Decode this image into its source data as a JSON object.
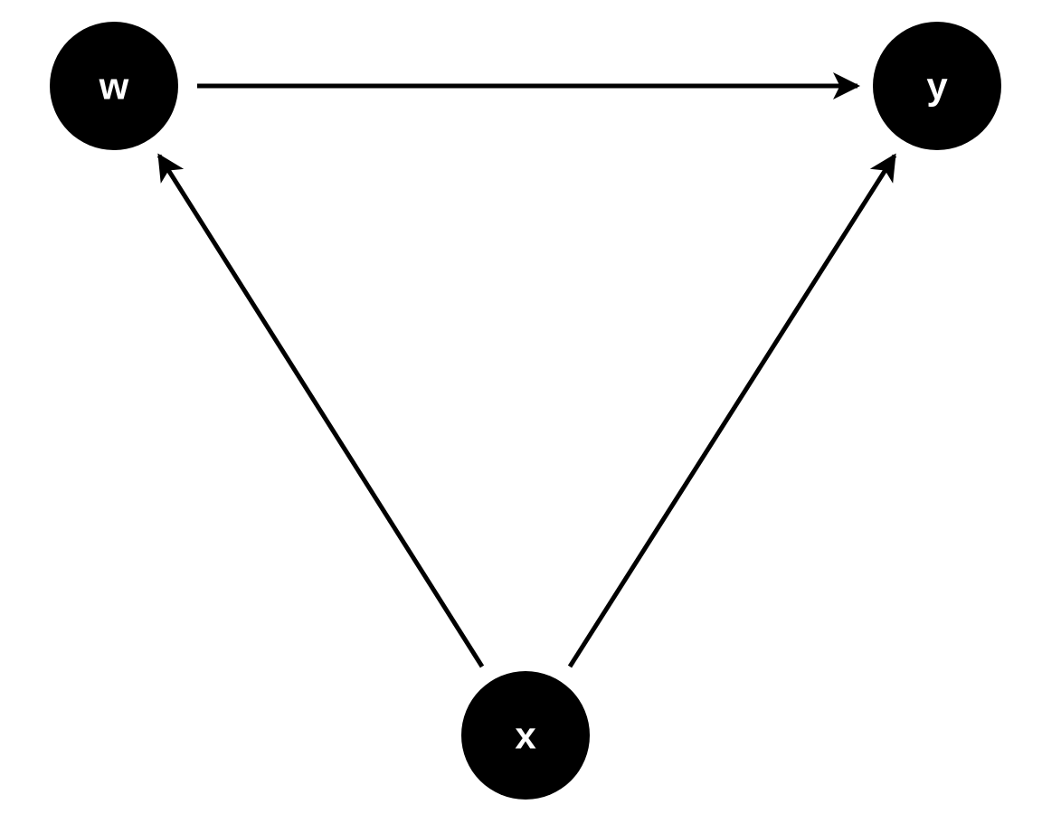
{
  "diagram": {
    "type": "directed-graph",
    "node_color": "#000000",
    "label_color": "#ffffff",
    "edge_color": "#000000",
    "nodes": [
      {
        "id": "w",
        "label": "w"
      },
      {
        "id": "y",
        "label": "y"
      },
      {
        "id": "x",
        "label": "x"
      }
    ],
    "edges": [
      {
        "from": "w",
        "to": "y"
      },
      {
        "from": "x",
        "to": "w"
      },
      {
        "from": "x",
        "to": "y"
      }
    ]
  }
}
